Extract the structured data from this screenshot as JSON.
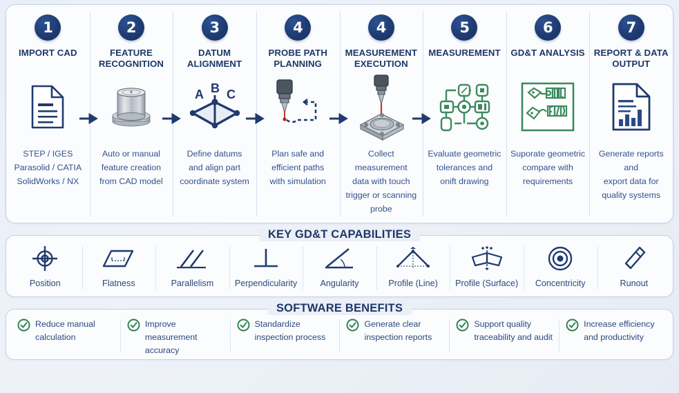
{
  "process": {
    "steps": [
      {
        "number": "1",
        "title": "IMPORT CAD",
        "icon": "cad-document-icon",
        "desc": "STEP / IGES\nParasolid / CATIA\nSolidWorks / NX"
      },
      {
        "number": "2",
        "title": "FEATURE RECOGNITION",
        "icon": "cylindrical-part-icon",
        "desc": "Auto or manual\nfeature creation\nfrom CAD model"
      },
      {
        "number": "3",
        "title": "DATUM ALIGNMENT",
        "icon": "datum-abc-icon",
        "datum_labels": [
          "A",
          "B",
          "C"
        ],
        "desc": "Define datums\nand align part\ncoordinate system"
      },
      {
        "number": "4",
        "title": "PROBE PATH PLANNING",
        "icon": "probe-path-icon",
        "desc": "Plan safe and\nefficient paths\nwith simulation"
      },
      {
        "number": "4",
        "title": "MEASUREMENT EXECUTION",
        "icon": "cmm-probe-fixture-icon",
        "desc": "Collect measurement\ndata with touch\ntrigger or scanning\nprobe"
      },
      {
        "number": "5",
        "title": "MEASUREMENT",
        "icon": "gdt-network-icon",
        "desc": "Evaluate geometric\ntolerances and\nonift drawing"
      },
      {
        "number": "6",
        "title": "GD&T ANALYSIS",
        "icon": "gdt-frame-box-icon",
        "desc": "Suporate geometric\ncompare with\nrequirements"
      },
      {
        "number": "7",
        "title": "REPORT & DATA OUTPUT",
        "icon": "report-chart-document-icon",
        "desc": "Generate reports and\nexport data for\nquality systems"
      }
    ],
    "arrow_icon": "arrow-right-icon"
  },
  "capabilities": {
    "title": "KEY GD&T CAPABILITIES",
    "items": [
      {
        "label": "Position",
        "icon": "position-target-icon"
      },
      {
        "label": "Flatness",
        "icon": "flatness-parallelogram-icon"
      },
      {
        "label": "Parallelism",
        "icon": "parallelism-icon"
      },
      {
        "label": "Perpendicularity",
        "icon": "perpendicularity-icon"
      },
      {
        "label": "Angularity",
        "icon": "angularity-icon"
      },
      {
        "label": "Profile (Line)",
        "icon": "profile-line-icon"
      },
      {
        "label": "Profile (Surface)",
        "icon": "profile-surface-icon"
      },
      {
        "label": "Concentricity",
        "icon": "concentricity-icon"
      },
      {
        "label": "Runout",
        "icon": "runout-icon"
      }
    ]
  },
  "benefits": {
    "title": "SOFTWARE BENEFITS",
    "check_icon": "check-circle-icon",
    "items": [
      "Reduce manual calculation",
      "Improve measurement accuracy",
      "Standardize inspection process",
      "Generate clear inspection reports",
      "Support quality traceability and audit",
      "Increase efficiency and productivity"
    ]
  },
  "colors": {
    "navy": "#1d3868",
    "accent_blue": "#2b4879",
    "green": "#2f7d4f",
    "card_bg": "#fbfcfe",
    "page_bg": "#e9eef6",
    "border": "#c3d2e8"
  }
}
